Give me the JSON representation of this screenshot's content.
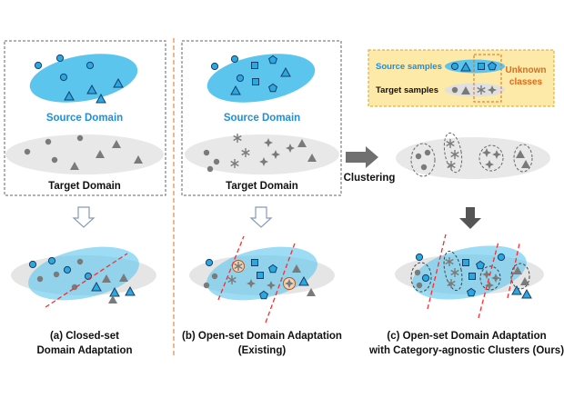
{
  "panel_a": {
    "source_label": "Source Domain",
    "target_label": "Target Domain",
    "caption_line1": "(a) Closed-set",
    "caption_line2": "Domain Adaptation"
  },
  "panel_b": {
    "source_label": "Source Domain",
    "target_label": "Target Domain",
    "caption_line1": "(b) Open-set Domain Adaptation",
    "caption_line2": "(Existing)"
  },
  "panel_c": {
    "clustering_label": "Clustering",
    "legend": {
      "source_samples": "Source samples",
      "target_samples": "Target samples",
      "unknown_line1": "Unknown",
      "unknown_line2": "classes"
    },
    "caption_line1": "(c) Open-set Domain Adaptation",
    "caption_line2": "with Category-agnostic Clusters (Ours)"
  },
  "colors": {
    "source_fill": "#5bc5ee",
    "source_marker": "#2aa8e0",
    "target_fill": "#e8e8e8",
    "target_marker": "#808080",
    "accent_blue": "#1c8fe0",
    "divider": "#e8864a",
    "separator_line": "#ff2a2a",
    "legend_bg": "#fde9a8",
    "legend_border": "#e0a020",
    "unknown_text": "#e06a1a"
  }
}
